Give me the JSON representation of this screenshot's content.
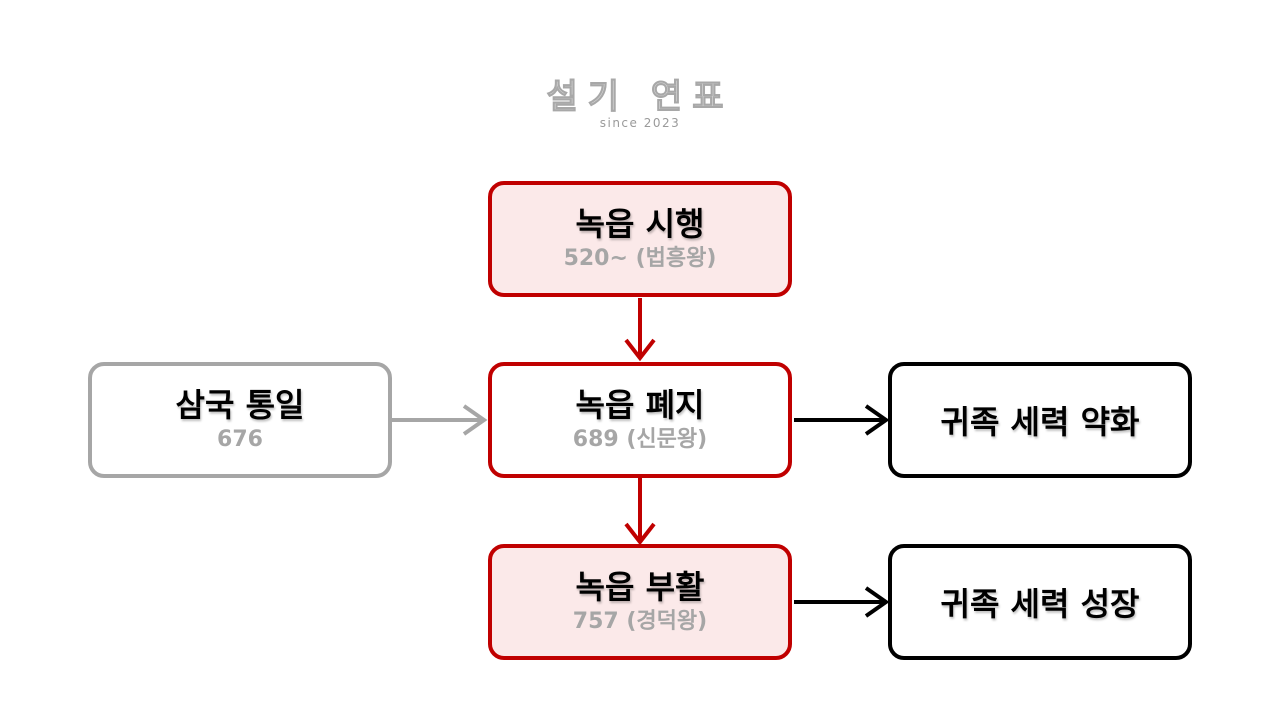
{
  "logo": {
    "title": "설기 연표",
    "subtitle": "since 2023"
  },
  "nodes": {
    "implement": {
      "title": "녹읍 시행",
      "sub": "520~ (법흥왕)"
    },
    "unification": {
      "title": "삼국 통일",
      "sub": "676"
    },
    "abolish": {
      "title": "녹읍 폐지",
      "sub": "689 (신문왕)"
    },
    "weaken": {
      "title": "귀족 세력 약화"
    },
    "revive": {
      "title": "녹읍 부활",
      "sub": "757 (경덕왕)"
    },
    "grow": {
      "title": "귀족 세력 성장"
    }
  },
  "colors": {
    "red": "#c00000",
    "red_fill": "#fbe9e9",
    "gray": "#a6a6a6",
    "black": "#000000"
  }
}
